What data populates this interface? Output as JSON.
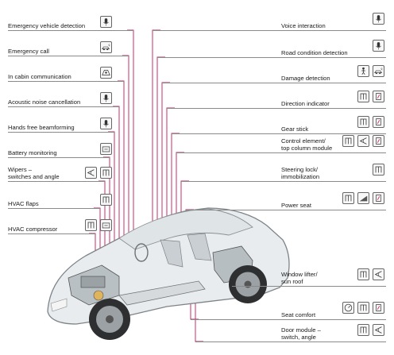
{
  "colors": {
    "leader": "#c2185b",
    "text": "#1a1a1a",
    "icon_border": "#666666"
  },
  "left_labels": [
    {
      "text": "Emergency vehicle detection",
      "icons": [
        "microphone-icon"
      ]
    },
    {
      "text": "Emergency call",
      "icons": [
        "car-crash-icon"
      ]
    },
    {
      "text": "In cabin communication",
      "icons": [
        "cabin-talk-icon"
      ]
    },
    {
      "text": "Acoustic noise cancellation",
      "icons": [
        "microphone-icon"
      ]
    },
    {
      "text": "Hands free beamforming",
      "icons": [
        "microphone-icon"
      ]
    },
    {
      "text": "Battery monitoring",
      "icons": [
        "battery-sensor-icon"
      ]
    },
    {
      "text": "Wipers –\nswitches and angle",
      "icons": [
        "angle-sensor-icon",
        "switch-icon"
      ]
    },
    {
      "text": "HVAC flaps",
      "icons": [
        "switch-icon"
      ]
    },
    {
      "text": "HVAC compressor",
      "icons": [
        "switch-icon",
        "battery-sensor-icon"
      ]
    }
  ],
  "right_labels": [
    {
      "text": "Voice interaction",
      "icons": [
        "microphone-icon"
      ]
    },
    {
      "text": "Road condition detection",
      "icons": [
        "microphone-icon"
      ]
    },
    {
      "text": "Damage detection",
      "icons": [
        "person-impact-icon",
        "car-crash-icon"
      ]
    },
    {
      "text": "Direction indicator",
      "icons": [
        "switch-icon",
        "position-sensor-icon"
      ]
    },
    {
      "text": "Gear stick",
      "icons": [
        "switch-icon",
        "position-sensor-icon"
      ]
    },
    {
      "text": "Control element/\ntop column module",
      "icons": [
        "switch-icon",
        "angle-sensor-icon",
        "position-sensor-icon"
      ]
    },
    {
      "text": "Steering lock/\nimmobilization",
      "icons": [
        "switch-icon"
      ]
    },
    {
      "text": "Power seat",
      "icons": [
        "switch-icon",
        "ramp-icon",
        "position-sensor-icon"
      ]
    },
    {
      "text": "Window lifter/\nsun roof",
      "icons": [
        "switch-icon",
        "angle-sensor-icon"
      ]
    },
    {
      "text": "Seat comfort",
      "icons": [
        "gauge-icon",
        "switch-icon",
        "position-sensor-icon"
      ]
    },
    {
      "text": "Door module –\nswitch, angle",
      "icons": [
        "switch-icon",
        "angle-sensor-icon"
      ]
    }
  ]
}
